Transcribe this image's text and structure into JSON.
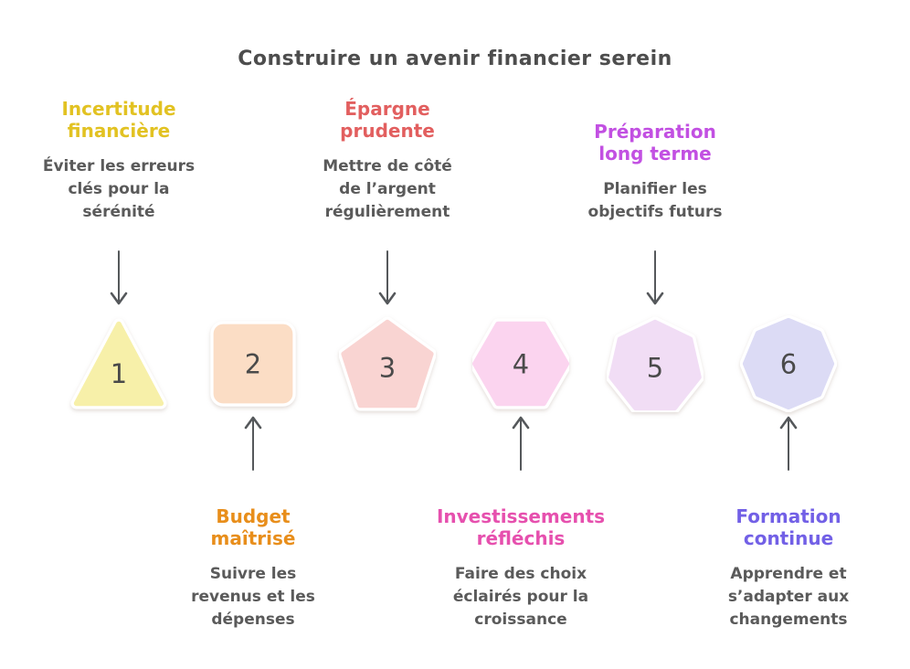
{
  "title": "Construire un avenir financier serein",
  "steps": [
    {
      "number": "1",
      "heading": [
        "Incertitude",
        "financière"
      ],
      "heading_color": "#E2C222",
      "description": "Éviter les erreurs clés pour la sérénité",
      "shape": "triangle",
      "shape_fill": "#F7F0A9",
      "label_position": "top"
    },
    {
      "number": "2",
      "heading": [
        "Budget",
        "maîtrisé"
      ],
      "heading_color": "#E88E1B",
      "description": "Suivre les revenus et les dépenses",
      "shape": "square",
      "shape_fill": "#FBDDC5",
      "label_position": "bottom"
    },
    {
      "number": "3",
      "heading": [
        "Épargne",
        "prudente"
      ],
      "heading_color": "#E25F5F",
      "description": "Mettre de côté de l’argent régulièrement",
      "shape": "pentagon",
      "shape_fill": "#F9D4D2",
      "label_position": "top"
    },
    {
      "number": "4",
      "heading": [
        "Investissements",
        "réfléchis"
      ],
      "heading_color": "#E650AE",
      "description": "Faire des choix éclairés pour la croissance",
      "shape": "hexagon",
      "shape_fill": "#FBD4EF",
      "label_position": "bottom"
    },
    {
      "number": "5",
      "heading": [
        "Préparation",
        "long terme"
      ],
      "heading_color": "#C250E2",
      "description": "Planifier les objectifs futurs",
      "shape": "heptagon",
      "shape_fill": "#F1DDF5",
      "label_position": "top"
    },
    {
      "number": "6",
      "heading": [
        "Formation",
        "continue"
      ],
      "heading_color": "#7260E6",
      "description": "Apprendre et s’adapter aux changements",
      "shape": "octagon",
      "shape_fill": "#DCDBF5",
      "label_position": "bottom"
    }
  ]
}
